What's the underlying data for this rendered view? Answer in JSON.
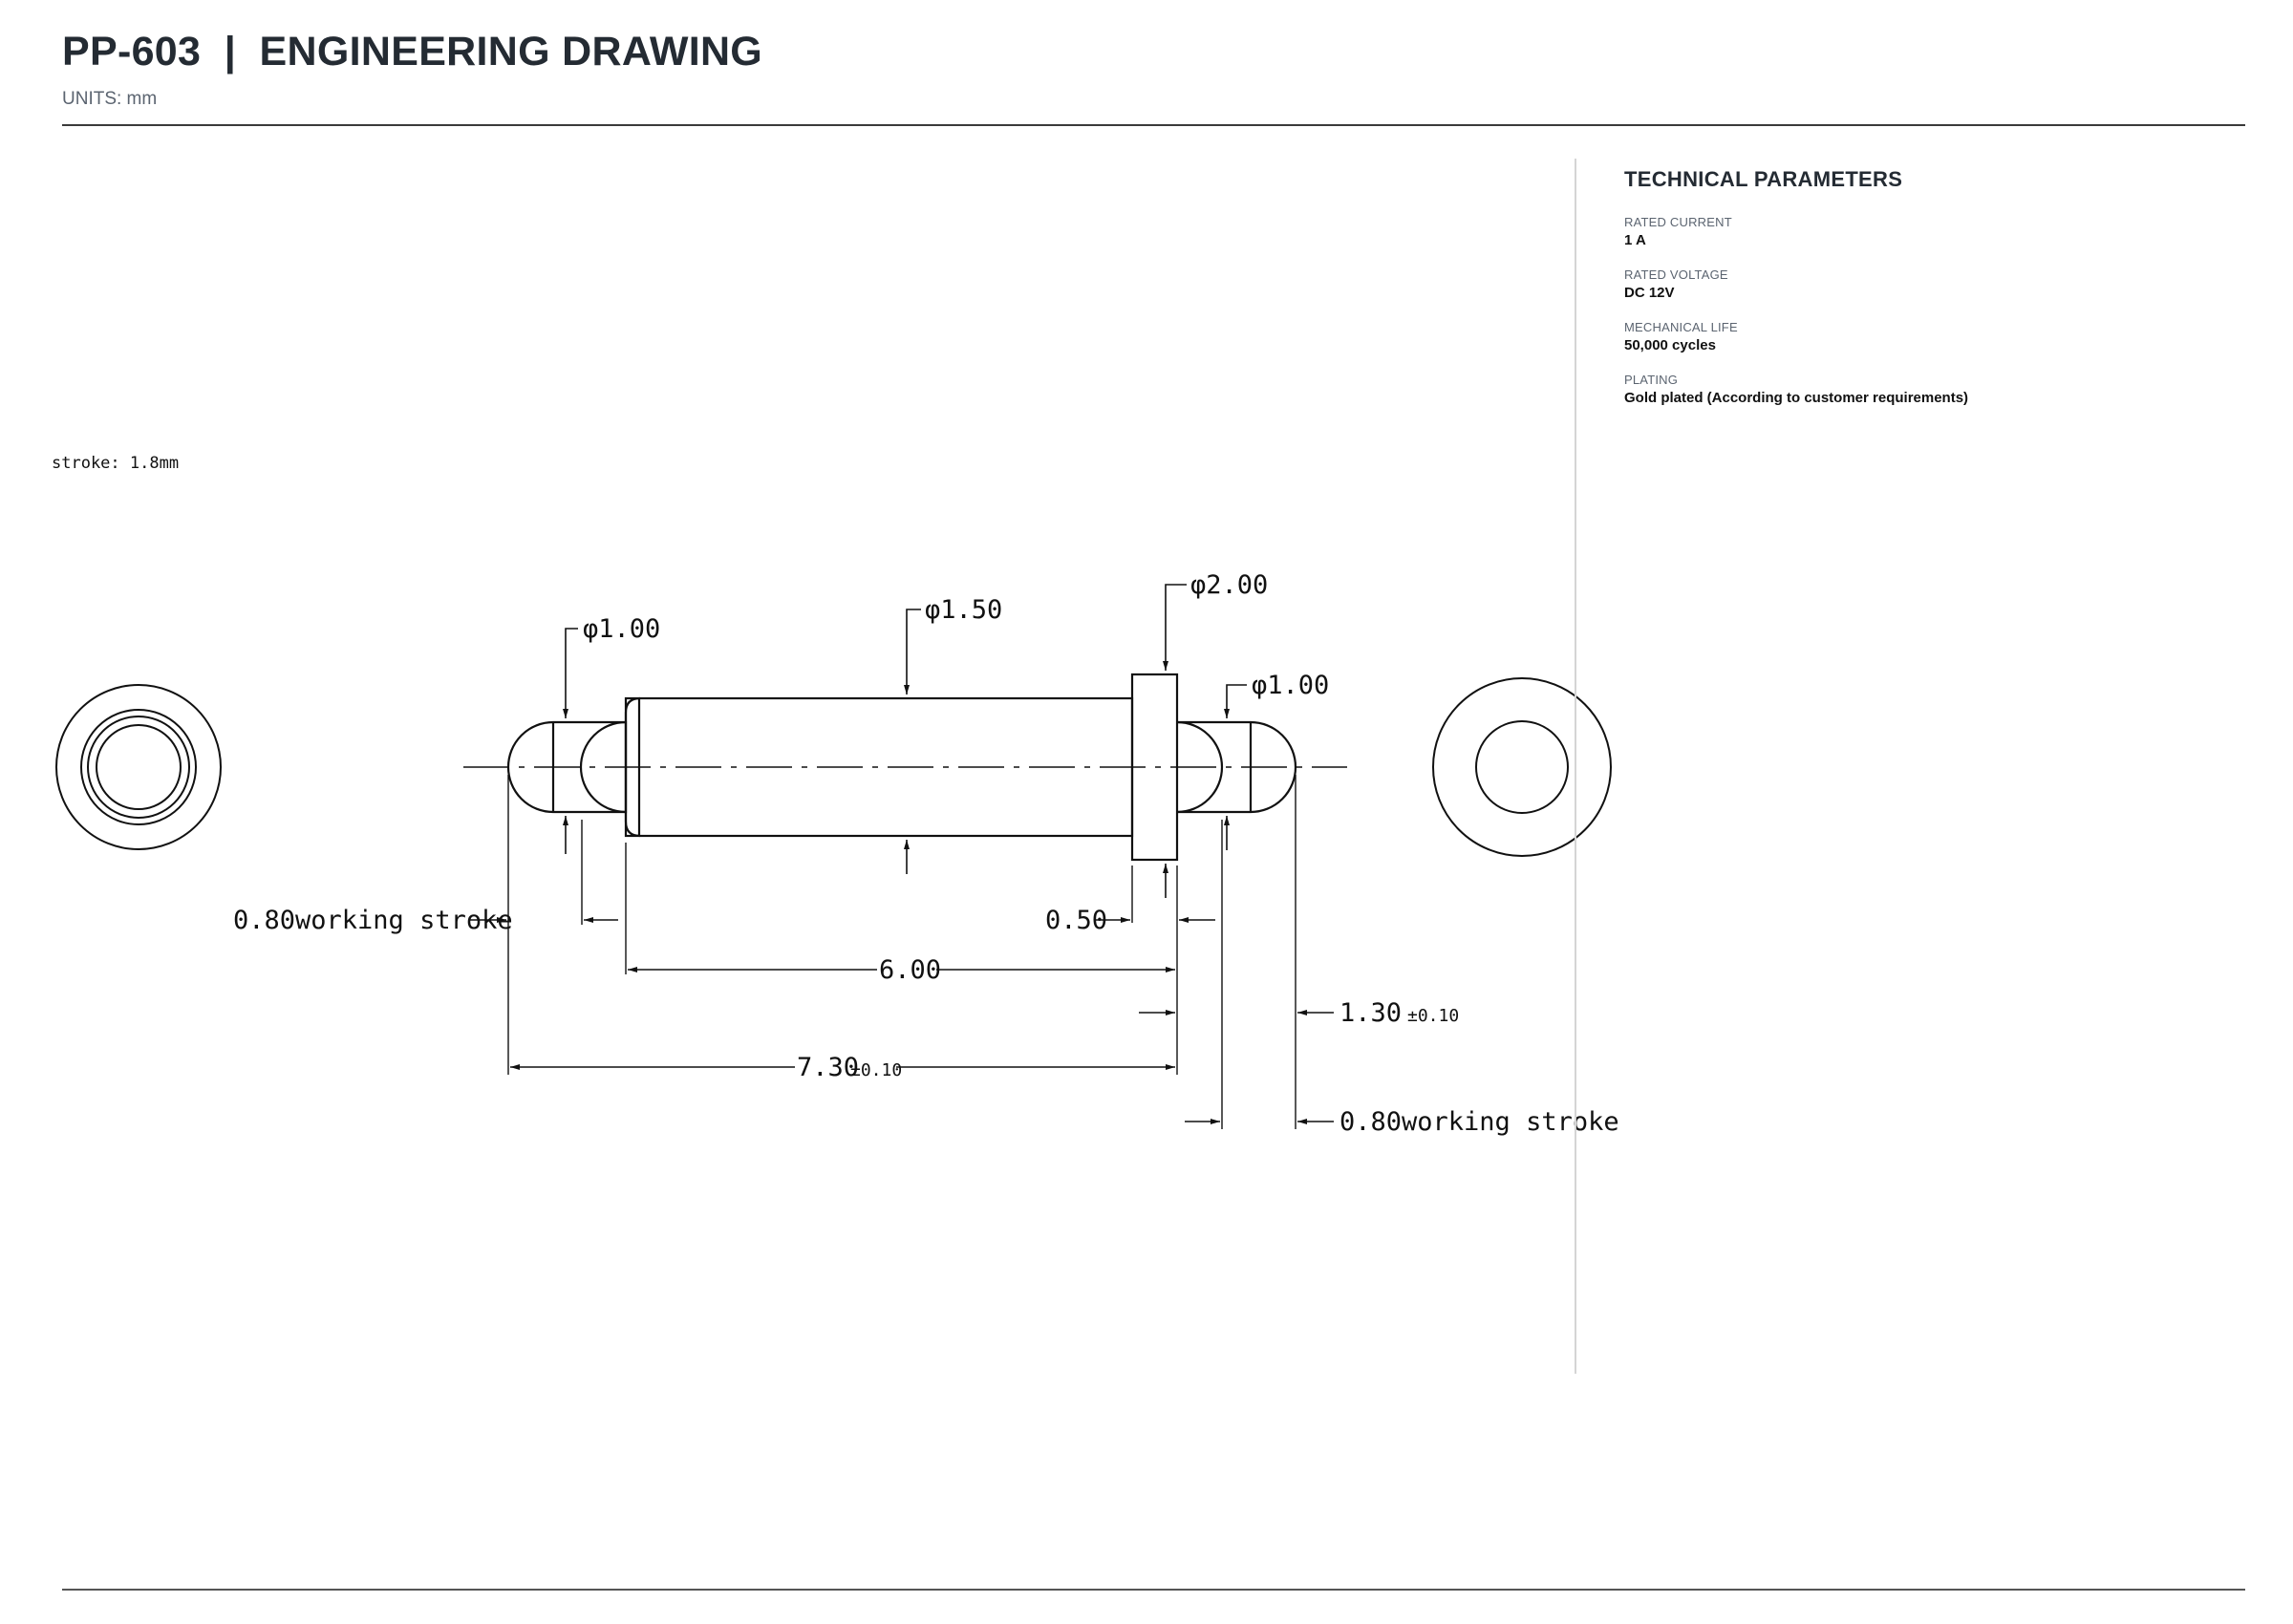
{
  "header": {
    "title": "PP-603  |  ENGINEERING DRAWING",
    "units": "UNITS: mm"
  },
  "drawing": {
    "stroke_note": "stroke: 1.8mm",
    "dimensions": {
      "dia_left_tip": "φ1.00",
      "dia_body": "φ1.50",
      "dia_collar": "φ2.00",
      "dia_right_tip": "φ1.00",
      "left_stroke": "0.80working stroke",
      "collar_width": "0.50",
      "barrel_length": "6.00",
      "total_length": "7.30",
      "total_length_tol": "±0.10",
      "right_plunger": "1.30",
      "right_plunger_tol": "±0.10",
      "right_stroke": "0.80working stroke"
    }
  },
  "parameters": {
    "heading": "TECHNICAL PARAMETERS",
    "items": [
      {
        "label": "RATED CURRENT",
        "value": "1 A"
      },
      {
        "label": "RATED VOLTAGE",
        "value": "DC 12V"
      },
      {
        "label": "MECHANICAL LIFE",
        "value": "50,000 cycles"
      },
      {
        "label": "PLATING",
        "value": "Gold plated (According to customer requirements)"
      }
    ]
  }
}
